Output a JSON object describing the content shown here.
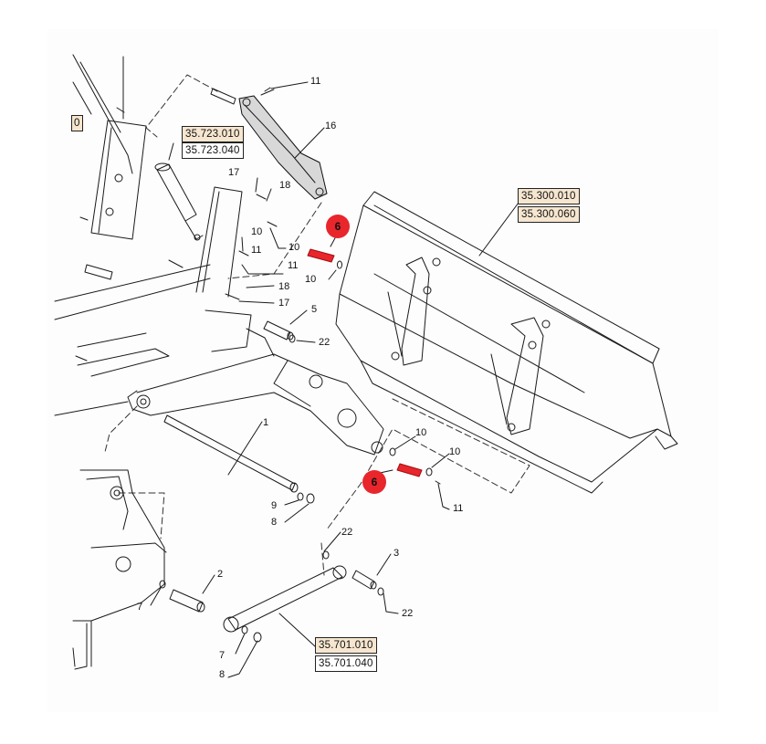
{
  "colors": {
    "line": "#1a1a1a",
    "highlight_ref_bg": "#f6e6cf",
    "badge": "#e8262c",
    "highlight_pin": "#e8262c"
  },
  "references": [
    {
      "id": "ref-35-723-010",
      "text": "35.723.010",
      "highlighted": true
    },
    {
      "id": "ref-35-723-040",
      "text": "35.723.040",
      "highlighted": false
    },
    {
      "id": "ref-35-300-010",
      "text": "35.300.010",
      "highlighted": true
    },
    {
      "id": "ref-35-300-060",
      "text": "35.300.060",
      "highlighted": true
    },
    {
      "id": "ref-35-701-010",
      "text": "35.701.010",
      "highlighted": true
    },
    {
      "id": "ref-35-701-040",
      "text": "35.701.040",
      "highlighted": false
    },
    {
      "id": "ref-cropped-left",
      "text": "0",
      "highlighted": true
    }
  ],
  "badges": [
    {
      "id": "badge-6-top",
      "text": "6"
    },
    {
      "id": "badge-6-bottom",
      "text": "6"
    }
  ],
  "callouts": [
    {
      "id": "c11a",
      "text": "11"
    },
    {
      "id": "c16",
      "text": "16"
    },
    {
      "id": "c17a",
      "text": "17"
    },
    {
      "id": "c18a",
      "text": "18"
    },
    {
      "id": "c10a",
      "text": "10"
    },
    {
      "id": "c11b",
      "text": "11"
    },
    {
      "id": "c10b",
      "text": "10"
    },
    {
      "id": "c11c",
      "text": "11"
    },
    {
      "id": "c10c",
      "text": "10"
    },
    {
      "id": "c18b",
      "text": "18"
    },
    {
      "id": "c17b",
      "text": "17"
    },
    {
      "id": "c5",
      "text": "5"
    },
    {
      "id": "c22a",
      "text": "22"
    },
    {
      "id": "c1",
      "text": "1"
    },
    {
      "id": "c10d",
      "text": "10"
    },
    {
      "id": "c10e",
      "text": "10"
    },
    {
      "id": "c11d",
      "text": "11"
    },
    {
      "id": "c9",
      "text": "9"
    },
    {
      "id": "c8a",
      "text": "8"
    },
    {
      "id": "c22b",
      "text": "22"
    },
    {
      "id": "c3",
      "text": "3"
    },
    {
      "id": "c2",
      "text": "2"
    },
    {
      "id": "c7a",
      "text": "7"
    },
    {
      "id": "c22c",
      "text": "22"
    },
    {
      "id": "c7b",
      "text": "7"
    },
    {
      "id": "c8b",
      "text": "8"
    }
  ]
}
